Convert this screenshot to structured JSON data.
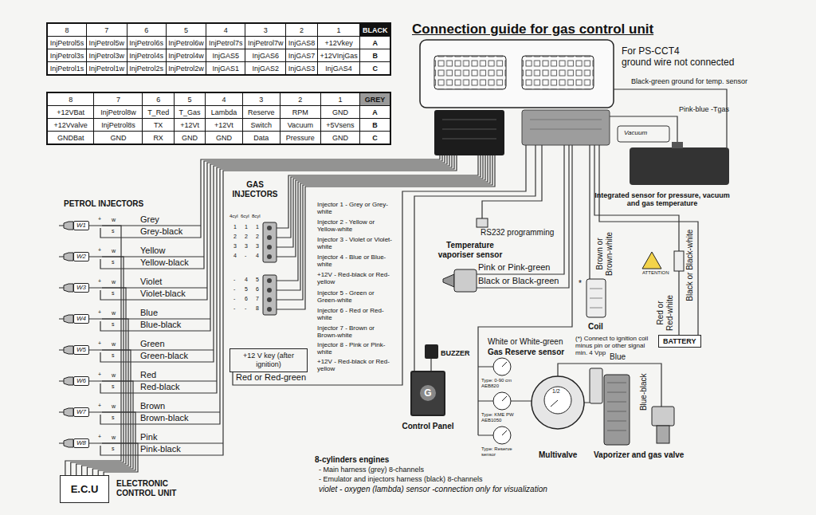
{
  "diagram": {
    "title": "Connection guide for gas control unit",
    "nodes": [
      {
        "text": [
          "E.C.U",
          "ELECTRONIC CONTROL UNIT"
        ]
      },
      {
        "text": [
          "W1"
        ]
      },
      {
        "text": [
          "W2"
        ]
      },
      {
        "text": [
          "W3"
        ]
      },
      {
        "text": [
          "W4"
        ]
      },
      {
        "text": [
          "W5"
        ]
      },
      {
        "text": [
          "W6"
        ]
      },
      {
        "text": [
          "W7"
        ]
      },
      {
        "text": [
          "W8"
        ]
      },
      {
        "text": [
          "+12 V key (after ignition)"
        ]
      },
      {
        "text": [
          "G",
          "Control Panel"
        ]
      },
      {
        "text": [
          "BATTERY"
        ]
      }
    ],
    "edges": [
      {
        "from": 1,
        "to": 0,
        "arrow": "none"
      },
      {
        "from": 2,
        "to": 0,
        "arrow": "none"
      },
      {
        "from": 3,
        "to": 0,
        "arrow": "none"
      },
      {
        "from": 4,
        "to": 0,
        "arrow": "none"
      },
      {
        "from": 5,
        "to": 0,
        "arrow": "none"
      },
      {
        "from": 6,
        "to": 0,
        "arrow": "none"
      },
      {
        "from": 7,
        "to": 0,
        "arrow": "none"
      },
      {
        "from": 8,
        "to": 0,
        "arrow": "none"
      }
    ],
    "labels": [
      "8",
      "7",
      "6",
      "5",
      "4",
      "3",
      "2",
      "1",
      "BLACK",
      "InjPetrol5s",
      "InjPetrol5w",
      "InjPetrol6s",
      "InjPetrol6w",
      "InjPetrol7s",
      "InjPetrol7w",
      "InjGAS8",
      "+12Vkey",
      "A",
      "InjPetrol3s",
      "InjPetrol3w",
      "InjPetrol4s",
      "InjPetrol4w",
      "InjGAS5",
      "InjGAS6",
      "InjGAS7",
      "+12VInjGas",
      "B",
      "InjPetrol1s",
      "InjPetrol1w",
      "InjPetrol2s",
      "InjPetrol2w",
      "InjGAS1",
      "InjGAS2",
      "InjGAS3",
      "InjGAS4",
      "C",
      "8",
      "7",
      "6",
      "5",
      "4",
      "3",
      "2",
      "1",
      "GREY",
      "+12VBat",
      "InjPetrol8w",
      "T_Red",
      "T_Gas",
      "Lambda",
      "Reserve",
      "RPM",
      "GND",
      "A",
      "+12Vvalve",
      "InjPetrol8s",
      "TX",
      "+12Vt",
      "+12Vt",
      "Switch",
      "Vacuum",
      "+5Vsens",
      "B",
      "GNDBat",
      "GND",
      "RX",
      "GND",
      "GND",
      "Data",
      "Pressure",
      "GND",
      "C",
      "For PS-CCT4",
      "ground wire not connected",
      "Black-green ground for temp. sensor",
      "Pink-blue -Tgas",
      "Vacuum",
      "Integrated sensor for pressure, vacuum and gas temperature",
      "PETROL INJECTORS",
      "Grey",
      "Grey-black",
      "Yellow",
      "Yellow-black",
      "Violet",
      "Violet-black",
      "Blue",
      "Blue-black",
      "Green",
      "Green-black",
      "Red",
      "Red-black",
      "Brown",
      "Brown-black",
      "Pink",
      "Pink-black",
      "+",
      "w",
      "s",
      "+",
      "w",
      "s",
      "+",
      "w",
      "s",
      "+",
      "w",
      "s",
      "+",
      "w",
      "s",
      "+",
      "w",
      "s",
      "+",
      "w",
      "s",
      "+",
      "w",
      "s",
      "GAS INJECTORS",
      "4cyl",
      "6cyl",
      "8cyl",
      "1",
      "1",
      "1",
      "2",
      "2",
      "2",
      "3",
      "3",
      "3",
      "4",
      "-",
      "4",
      "-",
      "4",
      "5",
      "-",
      "5",
      "6",
      "-",
      "6",
      "7",
      "-",
      "-",
      "8",
      "Injector 1 - Grey or Grey-white",
      "Injector 2 - Yellow or Yellow-white",
      "Injector 3 - Violet or Violet-white",
      "Injector 4 - Blue or Blue-white",
      "+12V - Red-black or Red-yellow",
      "Injector 5 - Green or Green-white",
      "Injector 6 - Red or Red-white",
      "Injector 7 - Brown or Brown-white",
      "Injector 8 - Pink or Pink-white",
      "+12V - Red-black or Red-yellow",
      "Red or Red-green",
      "RS232 programming",
      "Temperature vaporiser sensor",
      "Pink or Pink-green",
      "Black or Black-green",
      "Brown or Brown-white",
      "*",
      "Coil",
      "(*) Connect to ignition coil minus pin or other signal min. 4 Vpp",
      "ATTENTION",
      "Red or Red-white",
      "Black or Black-white",
      "BUZZER",
      "White or White-green",
      "Gas Reserve sensor",
      "Type: 0-90 cm AEB820",
      "Type: KME PW AEB1050",
      "Type: Reserve sensor",
      "1/2",
      "Multivalve",
      "Blue",
      "Blue-black",
      "Vaporizer and gas valve",
      "8-cylinders engines",
      "- Main harness (grey) 8-channels",
      "- Emulator and injectors harness (black) 8-channels",
      "violet - oxygen (lambda) sensor -connection only for visualization"
    ]
  }
}
